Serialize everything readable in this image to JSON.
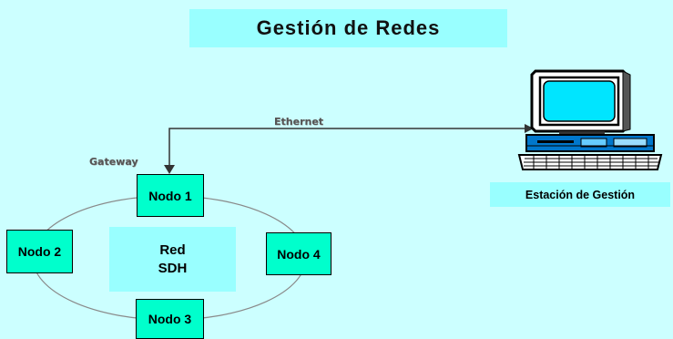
{
  "title": "Gestión de Redes",
  "ethernet_label": "Ethernet",
  "gateway_label": "Gateway",
  "ring": {
    "nodes": [
      "Nodo 1",
      "Nodo 2",
      "Nodo 3",
      "Nodo 4"
    ],
    "center_label_line1": "Red",
    "center_label_line2": "SDH"
  },
  "station_label": "Estación de Gestión",
  "colors": {
    "background": "#ccffff",
    "title_box": "#99ffff",
    "node_fill": "#00ffcc",
    "screen": "#00e5ff"
  },
  "icons": [
    "computer-workstation-icon"
  ]
}
